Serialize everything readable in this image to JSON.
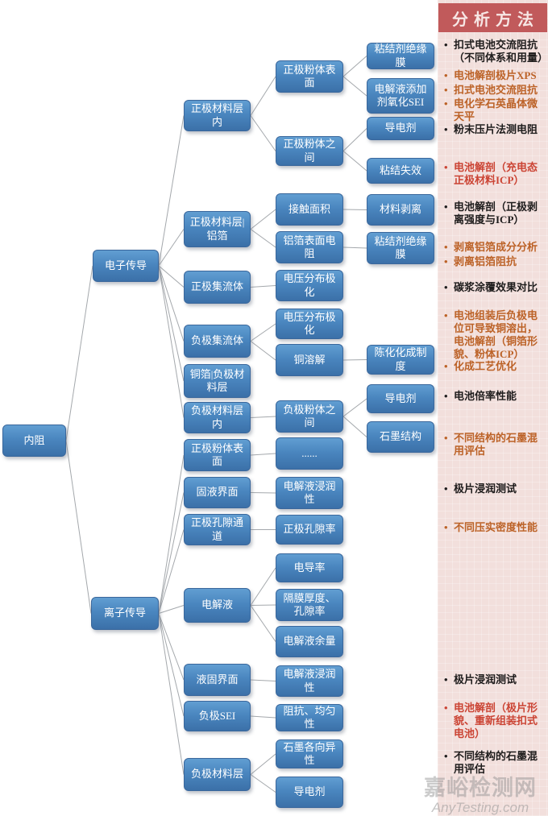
{
  "sidebar": {
    "title": "分析方法",
    "items": [
      {
        "text": "扣式电池交流阻抗（不同体系和用量）",
        "color": "black"
      },
      {
        "text": "电池解剖极片XPS",
        "color": "orange"
      },
      {
        "text": "扣式电池交流阻抗",
        "color": "orange"
      },
      {
        "text": "电化学石英晶体微天平",
        "color": "orange"
      },
      {
        "text": "粉末压片法测电阻",
        "color": "black"
      },
      {
        "text": "电池解剖（充电态正极材料ICP）",
        "color": "red"
      },
      {
        "text": "电池解剖（正极剥离强度与ICP）",
        "color": "black"
      },
      {
        "text": "剥离铝箔成分分析",
        "color": "orange"
      },
      {
        "text": "剥离铝箔阻抗",
        "color": "orange"
      },
      {
        "text": "碳浆涂覆效果对比",
        "color": "black"
      },
      {
        "text": "电池组装后负极电位可导致铜溶出，电池解剖（铜箔形貌、粉体ICP）",
        "color": "orange"
      },
      {
        "text": "化成工艺优化",
        "color": "orange"
      },
      {
        "text": "电池倍率性能",
        "color": "black"
      },
      {
        "text": "不同结构的石墨混用评估",
        "color": "orange"
      },
      {
        "text": "极片浸润测试",
        "color": "black"
      },
      {
        "text": "不同压实密度性能",
        "color": "orange"
      },
      {
        "text": "极片浸润测试",
        "color": "black"
      },
      {
        "text": "电池解剖（极片形貌、重新组装扣式电池）",
        "color": "red"
      },
      {
        "text": "不同结构的石墨混用评估",
        "color": "black"
      }
    ]
  },
  "nodes": {
    "root": {
      "label": "内阻"
    },
    "ec": {
      "label": "电子传导"
    },
    "ic": {
      "label": "离子传导"
    },
    "zcLayerIn": {
      "label": "正极材料层内"
    },
    "zcPowderSurf": {
      "label": "正极粉体表面"
    },
    "binderFilm": {
      "label": "粘结剂绝缘膜"
    },
    "additiveSei": {
      "label": "电解液添加剂氧化SEI"
    },
    "zcPowderBetween": {
      "label": "正极粉体之间"
    },
    "condAgent1": {
      "label": "导电剂"
    },
    "binderFail": {
      "label": "粘结失效"
    },
    "zcFoil": {
      "label": "正极材料层|铝箔"
    },
    "contactArea": {
      "label": "接触面积"
    },
    "matPeel": {
      "label": "材料剥离"
    },
    "foilSurfRes": {
      "label": "铝箔表面电阻"
    },
    "binderFilm2": {
      "label": "粘结剂绝缘膜"
    },
    "zcCollector": {
      "label": "正极集流体"
    },
    "voltDist1": {
      "label": "电压分布极化"
    },
    "fcCollector": {
      "label": "负极集流体"
    },
    "voltDist2": {
      "label": "电压分布极化"
    },
    "cuDissolve": {
      "label": "铜溶解"
    },
    "agingProcess": {
      "label": "陈化化成制度"
    },
    "cuFoil": {
      "label": "铜箔|负极材料层"
    },
    "fcLayerIn": {
      "label": "负极材料层内"
    },
    "fcPowderBetween": {
      "label": "负极粉体之间"
    },
    "condAgent2": {
      "label": "导电剂"
    },
    "graphiteStruct": {
      "label": "石墨结构"
    },
    "zcPowderSurf2": {
      "label": "正极粉体表面"
    },
    "dots": {
      "label": "......"
    },
    "solidLiquid": {
      "label": "固液界面"
    },
    "elyWetting1": {
      "label": "电解液浸润性"
    },
    "zcPore": {
      "label": "正极孔隙通道"
    },
    "zcPorosity": {
      "label": "正极孔隙率"
    },
    "electrolyte": {
      "label": "电解液"
    },
    "conductivity": {
      "label": "电导率"
    },
    "sepThickness": {
      "label": "隔膜厚度、孔隙率"
    },
    "elyRemain": {
      "label": "电解液余量"
    },
    "liquidSolid": {
      "label": "液固界面"
    },
    "elyWetting2": {
      "label": "电解液浸润性"
    },
    "fcSei": {
      "label": "负极SEI"
    },
    "impedanceUniform": {
      "label": "阻抗、均匀性"
    },
    "fcLayer": {
      "label": "负极材料层"
    },
    "graphiteAniso": {
      "label": "石墨各向异性"
    },
    "condAgent3": {
      "label": "导电剂"
    }
  },
  "edges": [
    [
      "root",
      "ec"
    ],
    [
      "root",
      "ic"
    ],
    [
      "ec",
      "zcLayerIn"
    ],
    [
      "ec",
      "zcFoil"
    ],
    [
      "ec",
      "zcCollector"
    ],
    [
      "ec",
      "fcCollector"
    ],
    [
      "ec",
      "cuFoil"
    ],
    [
      "ec",
      "fcLayerIn"
    ],
    [
      "ic",
      "zcPowderSurf2"
    ],
    [
      "ic",
      "solidLiquid"
    ],
    [
      "ic",
      "zcPore"
    ],
    [
      "ic",
      "electrolyte"
    ],
    [
      "ic",
      "liquidSolid"
    ],
    [
      "ic",
      "fcSei"
    ],
    [
      "ic",
      "fcLayer"
    ],
    [
      "zcLayerIn",
      "zcPowderSurf"
    ],
    [
      "zcLayerIn",
      "zcPowderBetween"
    ],
    [
      "zcPowderSurf",
      "binderFilm"
    ],
    [
      "zcPowderSurf",
      "additiveSei"
    ],
    [
      "zcPowderBetween",
      "condAgent1"
    ],
    [
      "zcPowderBetween",
      "binderFail"
    ],
    [
      "zcFoil",
      "contactArea"
    ],
    [
      "zcFoil",
      "foilSurfRes"
    ],
    [
      "contactArea",
      "matPeel"
    ],
    [
      "foilSurfRes",
      "binderFilm2"
    ],
    [
      "zcCollector",
      "voltDist1"
    ],
    [
      "fcCollector",
      "voltDist2"
    ],
    [
      "fcCollector",
      "cuDissolve"
    ],
    [
      "cuDissolve",
      "agingProcess"
    ],
    [
      "fcLayerIn",
      "fcPowderBetween"
    ],
    [
      "fcPowderBetween",
      "condAgent2"
    ],
    [
      "fcPowderBetween",
      "graphiteStruct"
    ],
    [
      "zcPowderSurf2",
      "dots"
    ],
    [
      "solidLiquid",
      "elyWetting1"
    ],
    [
      "zcPore",
      "zcPorosity"
    ],
    [
      "electrolyte",
      "conductivity"
    ],
    [
      "electrolyte",
      "sepThickness"
    ],
    [
      "electrolyte",
      "elyRemain"
    ],
    [
      "liquidSolid",
      "elyWetting2"
    ],
    [
      "fcSei",
      "impedanceUniform"
    ],
    [
      "fcLayer",
      "graphiteAniso"
    ],
    [
      "fcLayer",
      "condAgent3"
    ]
  ],
  "watermark": {
    "line1": "嘉峪检测网",
    "line2": "AnyTesting.com"
  },
  "colors": {
    "node_gradient_top": "#619ed2",
    "node_gradient_bottom": "#3b70a8",
    "node_border": "#3a679c",
    "connector_line": "#a4a8ac",
    "sidebar_header_bg": "#c15a5b",
    "sidebar_header_text": "#f7e7e5",
    "sidebar_body_bg": "#f2dfdc",
    "item_black": "#1e1c1c",
    "item_orange": "#bc6227",
    "item_red": "#cb4434"
  }
}
